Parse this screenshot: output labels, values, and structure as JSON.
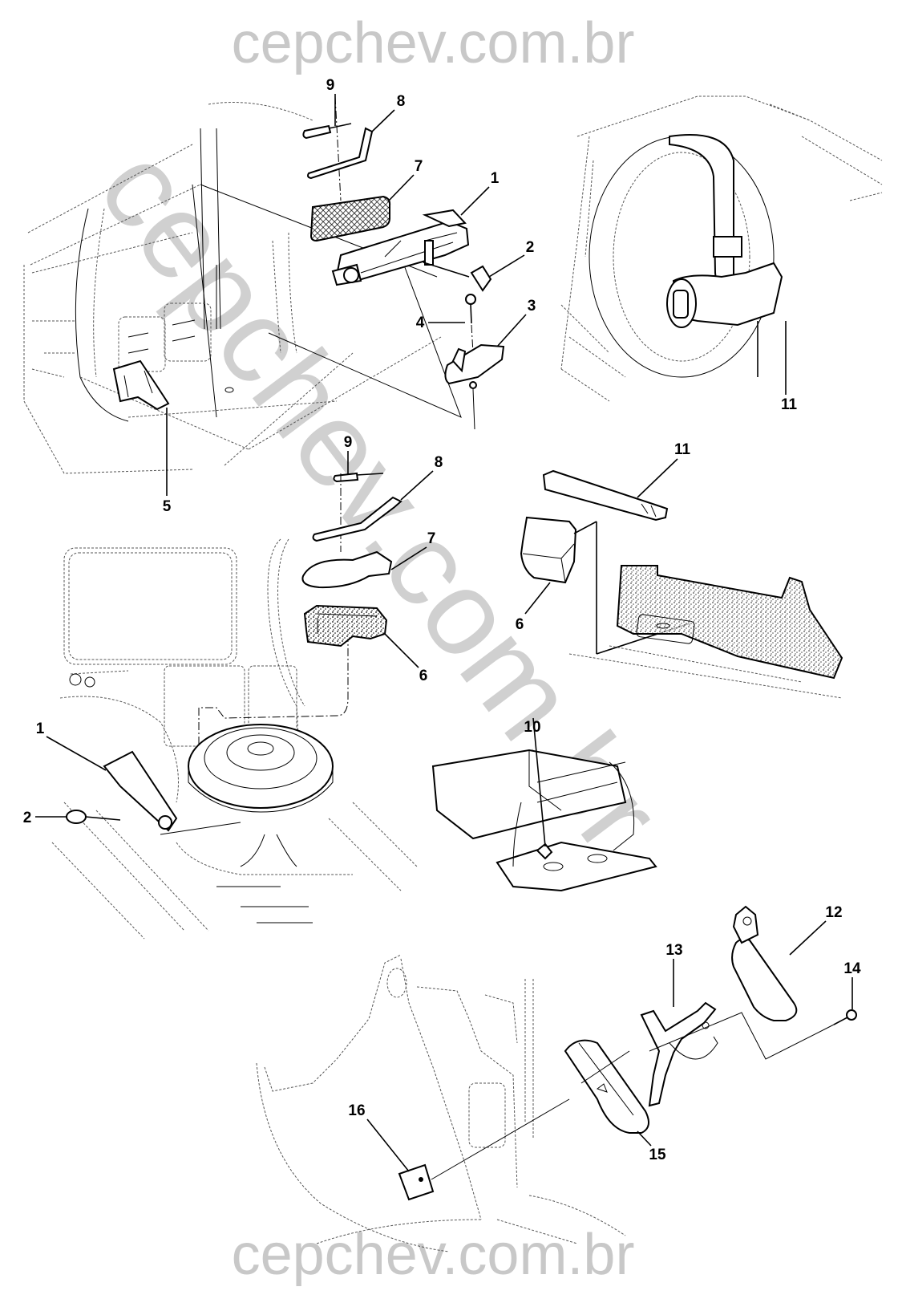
{
  "watermark": {
    "text": "cepchev.com.br",
    "color": "#c8c8c8"
  },
  "views": [
    {
      "id": "upper-left",
      "description": "Trunk side compartment with jack and tools"
    },
    {
      "id": "upper-right",
      "description": "Spare wheel with retaining strap"
    },
    {
      "id": "middle-left",
      "description": "Trunk floor with spare wheel and jack"
    },
    {
      "id": "middle-right",
      "description": "Trunk side trim with pouch"
    },
    {
      "id": "center",
      "description": "Spare wheel well tray"
    },
    {
      "id": "lower-right",
      "description": "Fire extinguisher and bracket"
    }
  ],
  "callouts": [
    {
      "view": "upper-left",
      "label": "9",
      "part": "screwdriver"
    },
    {
      "view": "upper-left",
      "label": "8",
      "part": "wheel wrench"
    },
    {
      "view": "upper-left",
      "label": "7",
      "part": "tool bag"
    },
    {
      "view": "upper-left",
      "label": "1",
      "part": "jack"
    },
    {
      "view": "upper-left",
      "label": "2",
      "part": "jack handle"
    },
    {
      "view": "upper-left",
      "label": "4",
      "part": "screw"
    },
    {
      "view": "upper-left",
      "label": "3",
      "part": "jack bracket"
    },
    {
      "view": "upper-left",
      "label": "5",
      "part": "support"
    },
    {
      "view": "upper-right",
      "label": "11",
      "part": "strap"
    },
    {
      "view": "middle-left",
      "label": "9",
      "part": "screwdriver"
    },
    {
      "view": "middle-left",
      "label": "8",
      "part": "wheel wrench"
    },
    {
      "view": "middle-left",
      "label": "7",
      "part": "tool bag"
    },
    {
      "view": "middle-left",
      "label": "6",
      "part": "tool tray"
    },
    {
      "view": "middle-left",
      "label": "1",
      "part": "jack"
    },
    {
      "view": "middle-left",
      "label": "2",
      "part": "jack handle"
    },
    {
      "view": "middle-right",
      "label": "11",
      "part": "strap"
    },
    {
      "view": "middle-right",
      "label": "6",
      "part": "pouch"
    },
    {
      "view": "center",
      "label": "10",
      "part": "fastener"
    },
    {
      "view": "lower-right",
      "label": "12",
      "part": "fire extinguisher"
    },
    {
      "view": "lower-right",
      "label": "13",
      "part": "extinguisher bracket"
    },
    {
      "view": "lower-right",
      "label": "14",
      "part": "bolt"
    },
    {
      "view": "lower-right",
      "label": "15",
      "part": "cover"
    },
    {
      "view": "lower-right",
      "label": "16",
      "part": "clip"
    }
  ]
}
